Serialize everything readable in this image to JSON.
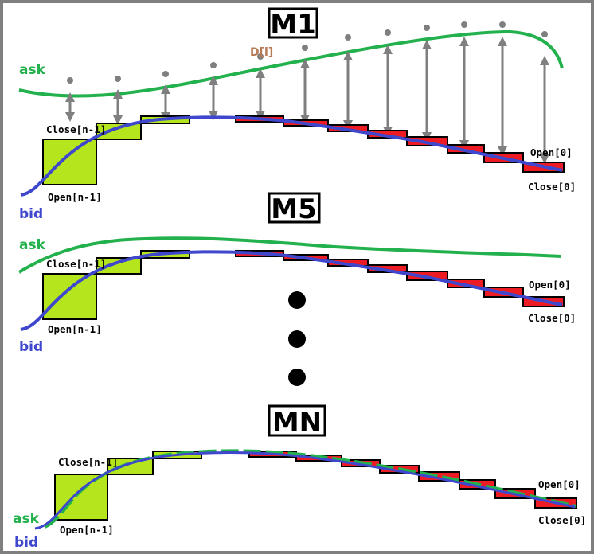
{
  "colors": {
    "ask": "#22b14c",
    "bid": "#3f48cc",
    "bull": "#b5e61d",
    "bear": "#ed1c24",
    "arrow": "#7f7f7f",
    "d_label": "#b97a57",
    "frame": "#7f7f7f"
  },
  "panels": [
    {
      "title": "M1",
      "ask_label": "ask",
      "bid_label": "bid",
      "d_label": "D[i]",
      "close_prev_label": "Close[n-1]",
      "open_prev_label": "Open[n-1]",
      "open_last_label": "Open[0]",
      "close_last_label": "Close[0]"
    },
    {
      "title": "M5",
      "ask_label": "ask",
      "bid_label": "bid",
      "close_prev_label": "Close[n-1]",
      "open_prev_label": "Open[n-1]",
      "open_last_label": "Open[0]",
      "close_last_label": "Close[0]"
    },
    {
      "title": "MN",
      "ask_label": "ask",
      "bid_label": "bid",
      "close_prev_label": "Close[n-1]",
      "open_prev_label": "Open[n-1]",
      "open_last_label": "Open[0]",
      "close_last_label": "Close[0]"
    }
  ],
  "ellipsis_dots": 3
}
